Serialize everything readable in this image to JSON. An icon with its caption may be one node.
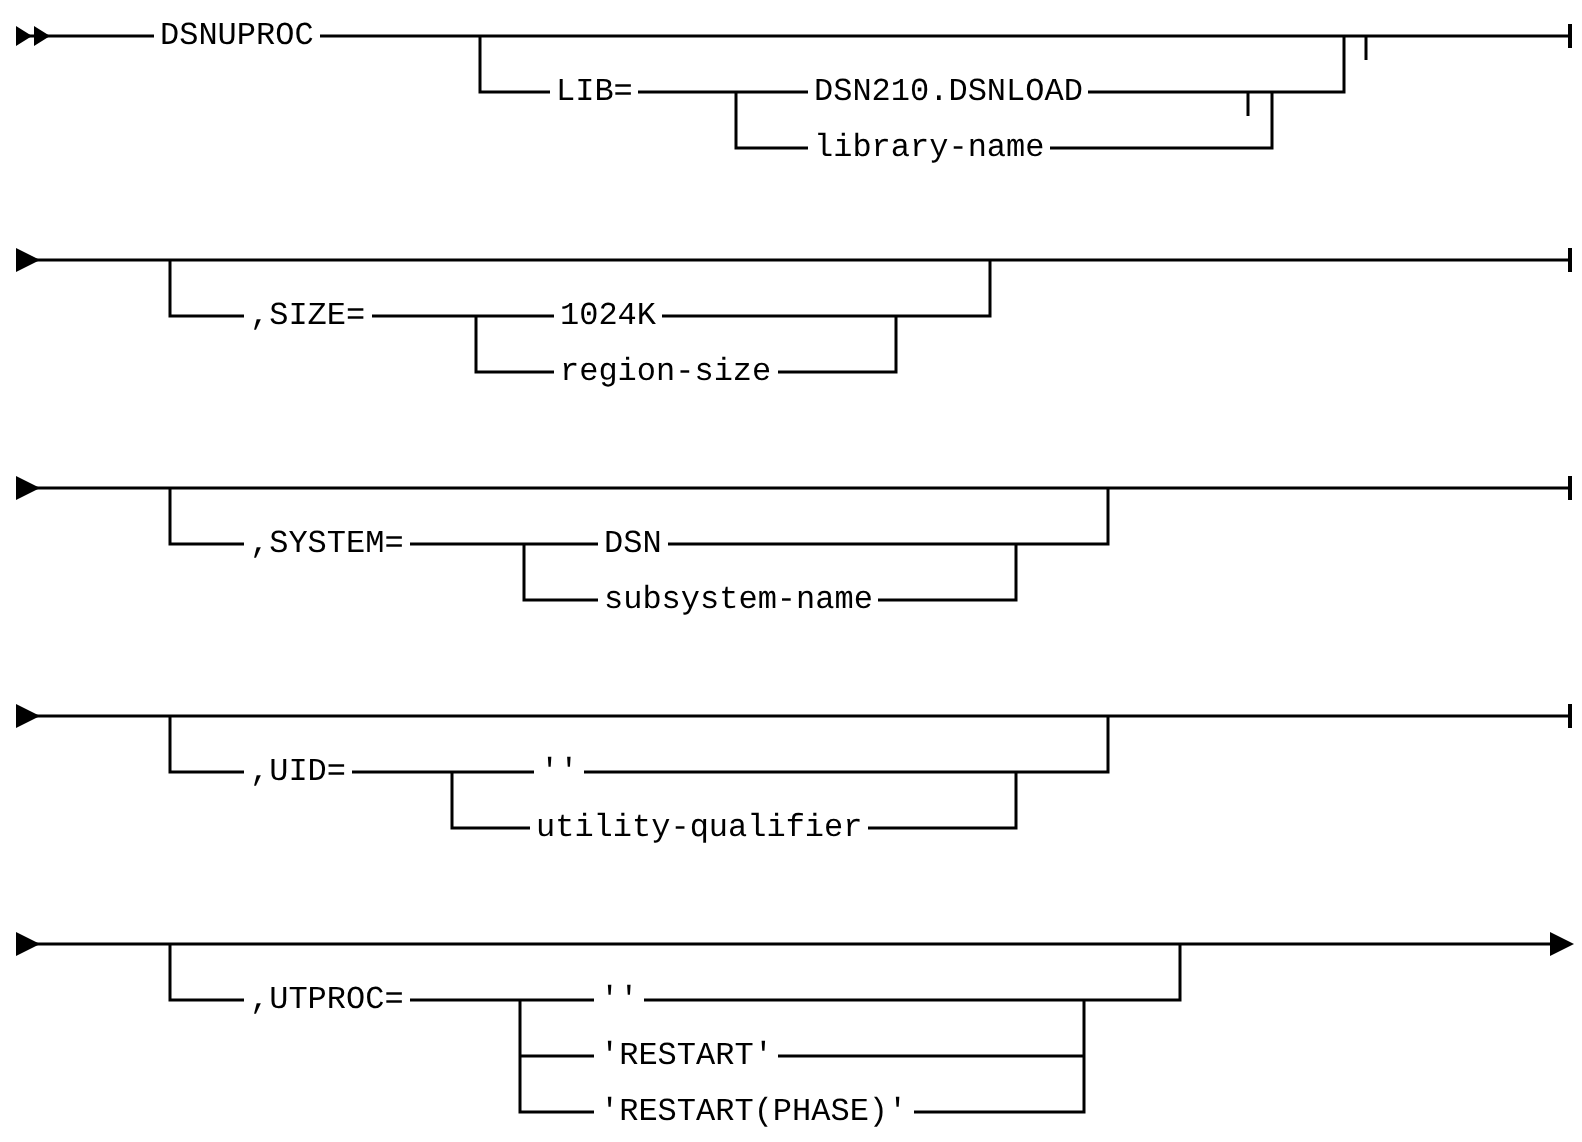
{
  "diagram": {
    "labels": [
      "DSNUPROC",
      "LIB=",
      "DSN210.DSNLOAD",
      "library-name",
      ",SIZE=",
      "1024K",
      "region-size",
      ",SYSTEM=",
      "DSN",
      "subsystem-name",
      ",UID=",
      "''",
      "utility-qualifier",
      ",UTPROC=",
      "''",
      "'RESTART'",
      "'RESTART(PHASE)'"
    ]
  }
}
